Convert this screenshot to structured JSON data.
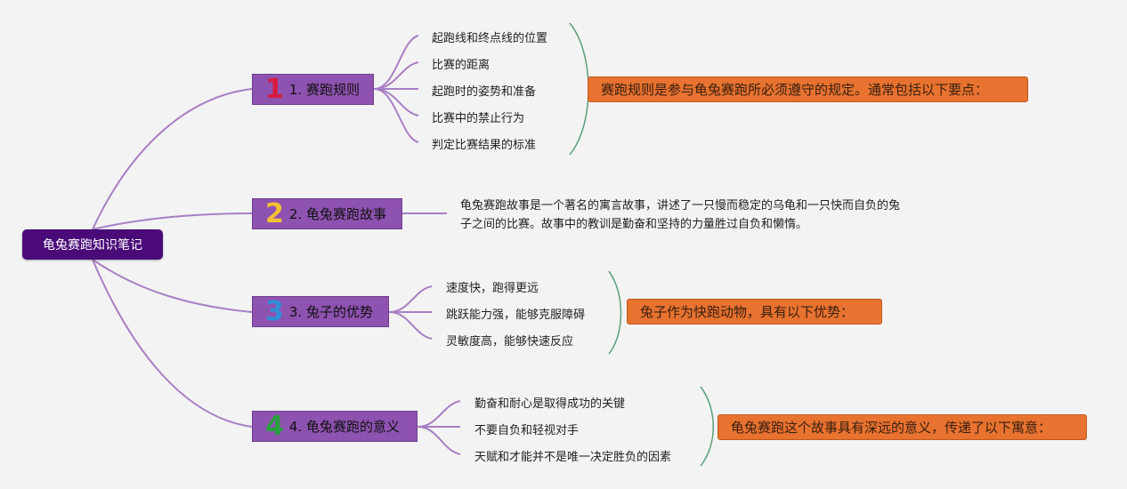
{
  "root": {
    "label": "龟兔赛跑知识笔记"
  },
  "colors": {
    "root_bg": "#4a0a78",
    "topic_bg": "#8e52b0",
    "note_bg": "#e8722f",
    "line": "#a77fc4",
    "bracket": "#5aa07a",
    "num1": "#d81b3c",
    "num2": "#f2c232",
    "num3": "#2f8fd8",
    "num4": "#2aa040"
  },
  "topics": [
    {
      "number": "1",
      "label": "1. 赛跑规则",
      "items": [
        "起跑线和终点线的位置",
        "比赛的距离",
        "起跑时的姿势和准备",
        "比赛中的禁止行为",
        "判定比赛结果的标准"
      ],
      "note": "赛跑规则是参与龟兔赛跑所必须遵守的规定。通常包括以下要点："
    },
    {
      "number": "2",
      "label": "2. 龟兔赛跑故事",
      "story": "龟兔赛跑故事是一个著名的寓言故事，讲述了一只慢而稳定的乌龟和一只快而自负的兔子之间的比赛。故事中的教训是勤奋和坚持的力量胜过自负和懒惰。"
    },
    {
      "number": "3",
      "label": "3. 兔子的优势",
      "items": [
        "速度快，跑得更远",
        "跳跃能力强，能够克服障碍",
        "灵敏度高，能够快速反应"
      ],
      "note": "兔子作为快跑动物，具有以下优势："
    },
    {
      "number": "4",
      "label": "4. 龟兔赛跑的意义",
      "items": [
        "勤奋和耐心是取得成功的关键",
        "不要自负和轻视对手",
        "天赋和才能并不是唯一决定胜负的因素"
      ],
      "note": "龟兔赛跑这个故事具有深远的意义，传递了以下寓意："
    }
  ]
}
